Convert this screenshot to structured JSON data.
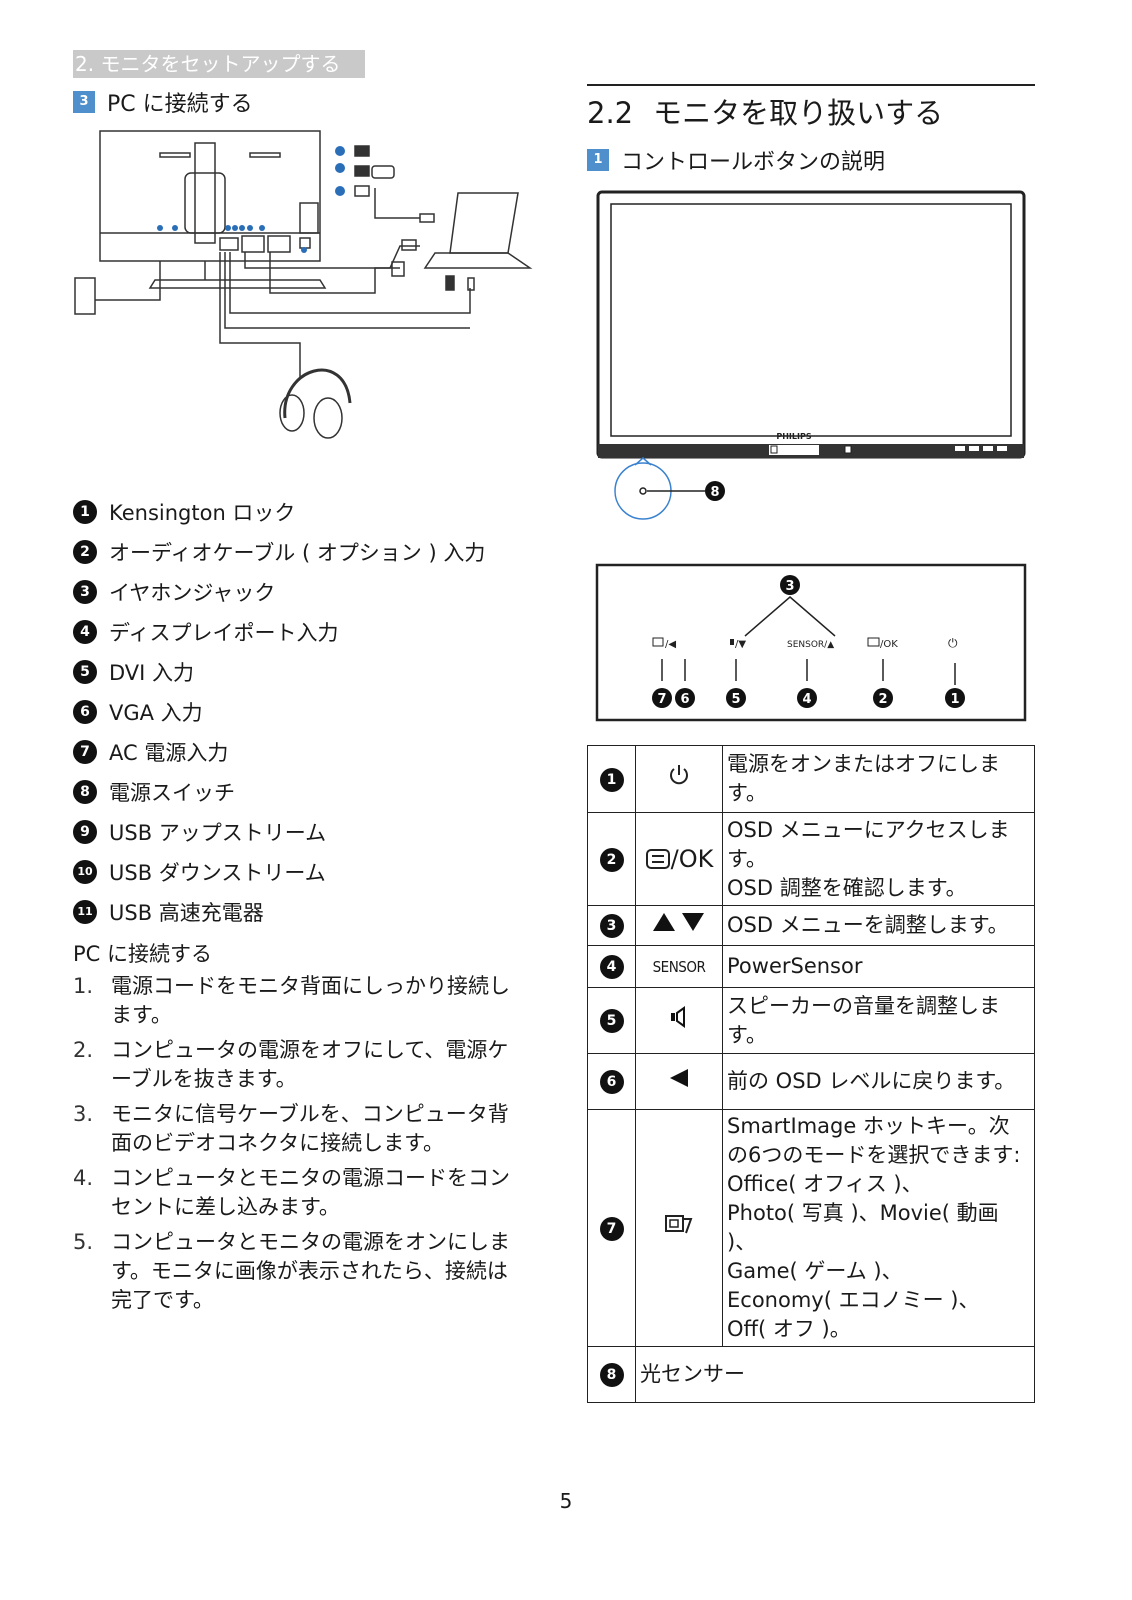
{
  "header": {
    "chapter": "2. モニタをセットアップする"
  },
  "left": {
    "section_num": "3",
    "section_title": "PC に接続する",
    "parts": [
      {
        "n": "1",
        "text": "Kensington ロック"
      },
      {
        "n": "2",
        "text": "オーディオケーブル ( オプション ) 入力"
      },
      {
        "n": "3",
        "text": "イヤホンジャック"
      },
      {
        "n": "4",
        "text": "ディスプレイポート入力"
      },
      {
        "n": "5",
        "text": "DVI 入力"
      },
      {
        "n": "6",
        "text": "VGA 入力"
      },
      {
        "n": "7",
        "text": "AC 電源入力"
      },
      {
        "n": "8",
        "text": "電源スイッチ"
      },
      {
        "n": "9",
        "text": "USB アップストリーム"
      },
      {
        "n": "10",
        "text": "USB ダウンストリーム"
      },
      {
        "n": "11",
        "text": "USB 高速充電器"
      }
    ],
    "steps_heading": "PC に接続する",
    "steps": [
      {
        "n": "1.",
        "text": "電源コードをモニタ背面にしっかり接続します。"
      },
      {
        "n": "2.",
        "text": "コンピュータの電源をオフにして、電源ケーブルを抜きます。"
      },
      {
        "n": "3.",
        "text": "モニタに信号ケーブルを、コンピュータ背面のビデオコネクタに接続します。"
      },
      {
        "n": "4.",
        "text": "コンピュータとモニタの電源コードをコンセントに差し込みます。"
      },
      {
        "n": "5.",
        "text": "コンピュータとモニタの電源をオンにします。モニタに画像が表示されたら、接続は完了です。"
      }
    ]
  },
  "right": {
    "chapter_no": "2.2",
    "chapter_title": "モニタを取り扱いする",
    "section_num": "1",
    "section_title": "コントロールボタンの説明",
    "monitor_brand": "PHILIPS",
    "callout_8": "8",
    "panel": {
      "top_callout": "3",
      "labels": [
        "/◀",
        "/▼",
        "SENSOR/▲",
        "/OK",
        "⏻"
      ],
      "bottom_nums": [
        "7",
        "6",
        "5",
        "4",
        "2",
        "1"
      ]
    },
    "table": [
      {
        "n": "1",
        "icon": "power",
        "desc": "電源をオンまたはオフにします。"
      },
      {
        "n": "2",
        "icon": "menu-ok",
        "icon_text": "/OK",
        "desc": "OSD メニューにアクセスします。\nOSD 調整を確認します。"
      },
      {
        "n": "3",
        "icon": "up-down",
        "desc": "OSD メニューを調整します。"
      },
      {
        "n": "4",
        "icon": "sensor",
        "icon_text": "SENSOR",
        "desc": "PowerSensor"
      },
      {
        "n": "5",
        "icon": "speaker",
        "desc": "スピーカーの音量を調整します。"
      },
      {
        "n": "6",
        "icon": "left",
        "desc": "前の OSD レベルに戻ります。"
      },
      {
        "n": "7",
        "icon": "smartimage",
        "desc": "SmartImage ホットキー。次の6つのモードを選択できます:\nOffice( オフィス )、\nPhoto( 写真 )、Movie( 動画 )、\nGame( ゲーム )、\nEconomy( エコノミー )、\nOff( オフ )。"
      },
      {
        "n": "8",
        "icon": "",
        "desc": "光センサー"
      }
    ]
  },
  "page_number": "5"
}
